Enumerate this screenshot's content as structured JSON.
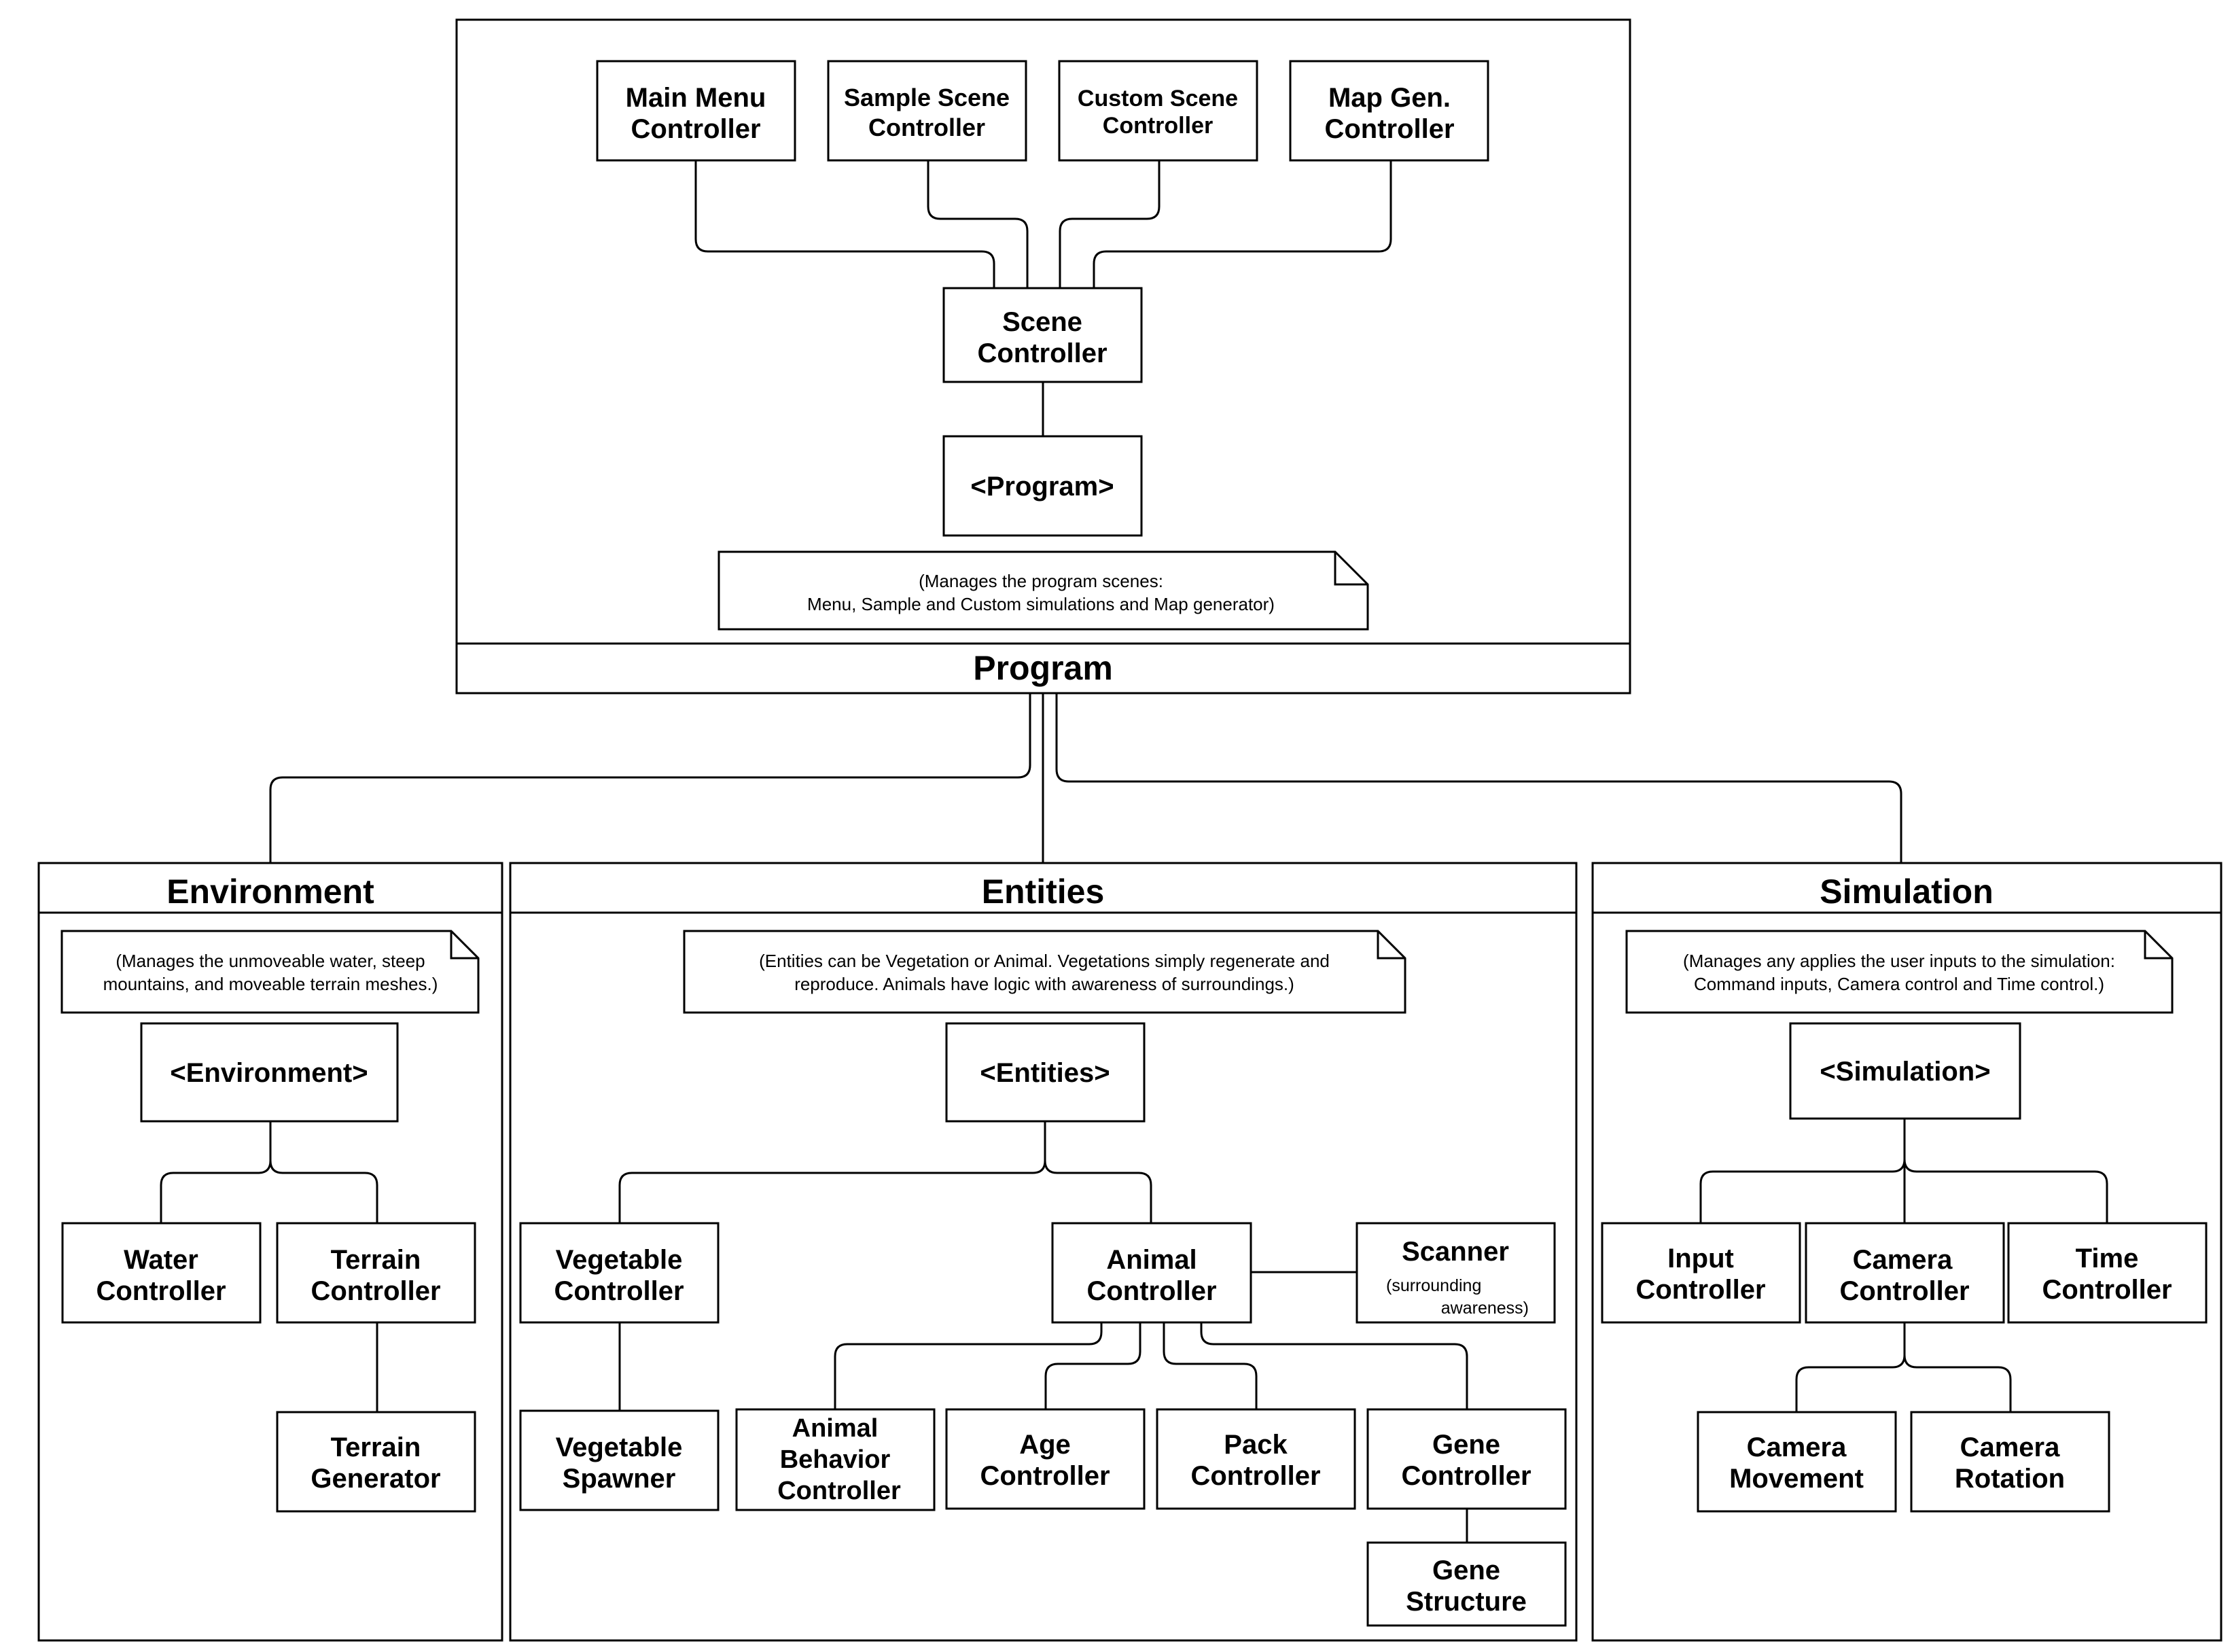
{
  "program": {
    "title": "Program",
    "main_menu": [
      "Main Menu",
      "Controller"
    ],
    "sample_scene": [
      "Sample Scene",
      "Controller"
    ],
    "custom_scene": [
      "Custom Scene",
      "Controller"
    ],
    "map_gen": [
      "Map Gen.",
      "Controller"
    ],
    "scene_controller": [
      "Scene",
      "Controller"
    ],
    "stereotype": "<Program>",
    "note": [
      "(Manages the program scenes:",
      "Menu, Sample and Custom simulations and Map generator)"
    ]
  },
  "environment": {
    "title": "Environment",
    "note": [
      "(Manages the unmoveable water, steep",
      "mountains, and moveable terrain meshes.)"
    ],
    "stereotype": "<Environment>",
    "water": [
      "Water",
      "Controller"
    ],
    "terrain": [
      "Terrain",
      "Controller"
    ],
    "terrain_gen": [
      "Terrain",
      "Generator"
    ]
  },
  "entities": {
    "title": "Entities",
    "note": [
      "(Entities can be Vegetation or Animal. Vegetations simply regenerate and",
      "reproduce. Animals have logic with awareness of surroundings.)"
    ],
    "stereotype": "<Entities>",
    "vegetable_controller": [
      "Vegetable",
      "Controller"
    ],
    "vegetable_spawner": [
      "Vegetable",
      "Spawner"
    ],
    "animal_controller": [
      "Animal",
      "Controller"
    ],
    "scanner": "Scanner",
    "scanner_sub": [
      "(surrounding",
      "awareness)"
    ],
    "animal_behavior": [
      "Animal",
      "Behavior",
      "Controller"
    ],
    "age": [
      "Age",
      "Controller"
    ],
    "pack": [
      "Pack",
      "Controller"
    ],
    "gene_controller": [
      "Gene",
      "Controller"
    ],
    "gene_structure": [
      "Gene",
      "Structure"
    ]
  },
  "simulation": {
    "title": "Simulation",
    "note": [
      "(Manages any applies the user inputs to the simulation:",
      "Command inputs, Camera control and Time control.)"
    ],
    "stereotype": "<Simulation>",
    "input": [
      "Input",
      "Controller"
    ],
    "camera": [
      "Camera",
      "Controller"
    ],
    "time": [
      "Time",
      "Controller"
    ],
    "camera_movement": [
      "Camera",
      "Movement"
    ],
    "camera_rotation": [
      "Camera",
      "Rotation"
    ]
  }
}
